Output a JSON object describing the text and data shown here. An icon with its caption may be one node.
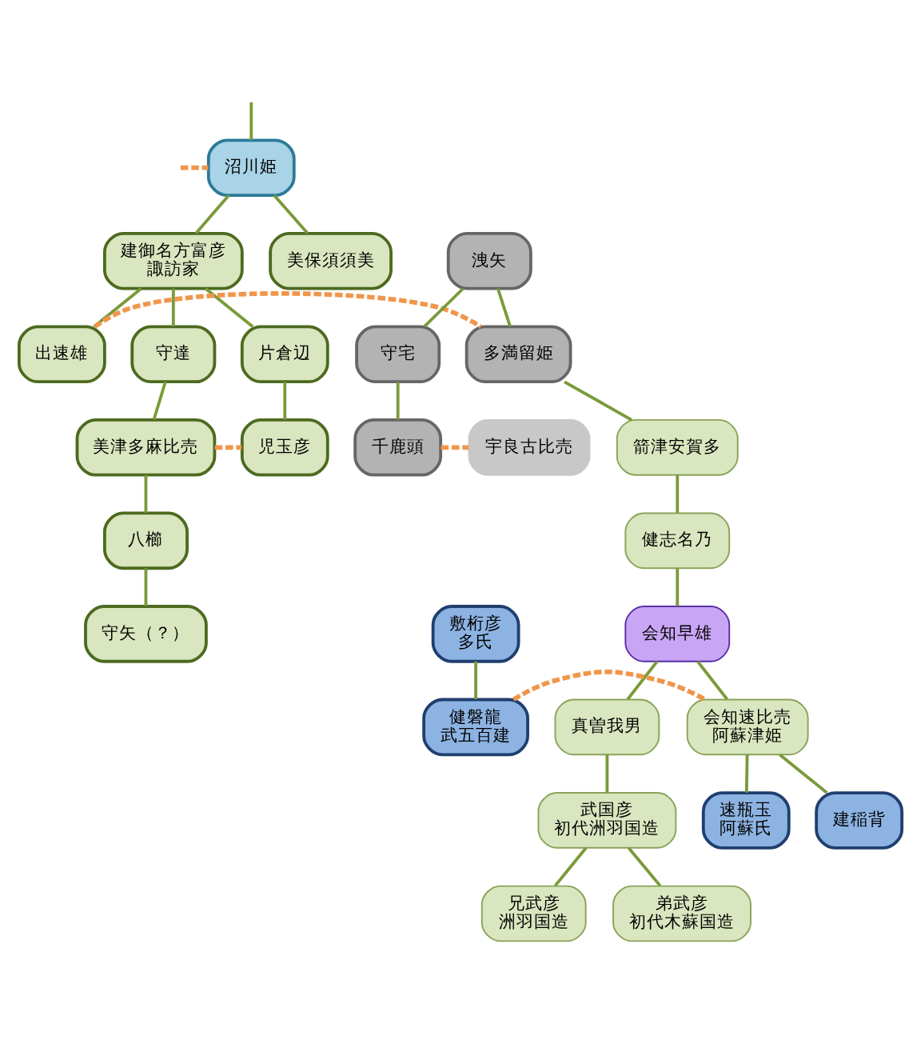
{
  "diagram": {
    "nodes": [
      {
        "text": [
          "沼川姫"
        ]
      },
      {
        "text": [
          "美保須須美"
        ]
      },
      {
        "text": [
          "建御名方富彦",
          "諏訪家"
        ]
      },
      {
        "text": [
          "守達"
        ]
      },
      {
        "text": [
          "片倉辺"
        ]
      },
      {
        "text": [
          "出速雄"
        ]
      },
      {
        "text": [
          "美津多麻比売"
        ]
      },
      {
        "text": [
          "児玉彦"
        ]
      },
      {
        "text": [
          "八櫛"
        ]
      },
      {
        "text": [
          "守矢（？）"
        ]
      },
      {
        "text": [
          "洩矢"
        ]
      },
      {
        "text": [
          "多満留姫"
        ]
      },
      {
        "text": [
          "守宅"
        ]
      },
      {
        "text": [
          "千鹿頭"
        ]
      },
      {
        "text": [
          "宇良古比売"
        ]
      },
      {
        "text": [
          "箭津安賀多"
        ]
      },
      {
        "text": [
          "健志名乃"
        ]
      },
      {
        "text": [
          "会知早雄"
        ]
      },
      {
        "text": [
          "敷桁彦",
          "多氏"
        ]
      },
      {
        "text": [
          "健磐龍",
          "武五百建"
        ]
      },
      {
        "text": [
          "会知速比売",
          "阿蘇津姫"
        ]
      },
      {
        "text": [
          "真曽我男"
        ]
      },
      {
        "text": [
          "建稲背"
        ]
      },
      {
        "text": [
          "速瓶玉",
          "阿蘇氏"
        ]
      },
      {
        "text": [
          "武国彦",
          "初代洲羽国造"
        ]
      },
      {
        "text": [
          "兄武彦",
          "洲羽国造"
        ]
      },
      {
        "text": [
          "弟武彦",
          "初代木蘇国造"
        ]
      }
    ],
    "edges": [
      {
        "from": null,
        "to": 0,
        "arrow": "none"
      },
      {
        "from": null,
        "to": 0,
        "arrow": "none",
        "style": "dashed",
        "color": "#f0964b"
      },
      {
        "from": 0,
        "to": 1,
        "arrow": "none"
      },
      {
        "from": 0,
        "to": 2,
        "arrow": "none"
      },
      {
        "from": 2,
        "to": 3,
        "arrow": "none"
      },
      {
        "from": 2,
        "to": 4,
        "arrow": "none"
      },
      {
        "from": 2,
        "to": 5,
        "arrow": "none"
      },
      {
        "from": 5,
        "to": 11,
        "arrow": "none",
        "style": "dashed",
        "color": "#f0964b"
      },
      {
        "from": 3,
        "to": 6,
        "arrow": "none"
      },
      {
        "from": 4,
        "to": 7,
        "arrow": "none"
      },
      {
        "from": 6,
        "to": 7,
        "arrow": "none",
        "style": "dashed",
        "color": "#f0964b"
      },
      {
        "from": 6,
        "to": 8,
        "arrow": "none"
      },
      {
        "from": 8,
        "to": 9,
        "arrow": "none"
      },
      {
        "from": 10,
        "to": 11,
        "arrow": "none"
      },
      {
        "from": 10,
        "to": 12,
        "arrow": "none"
      },
      {
        "from": 12,
        "to": 13,
        "arrow": "none"
      },
      {
        "from": 13,
        "to": 14,
        "arrow": "none",
        "style": "dashed",
        "color": "#f0964b"
      },
      {
        "from": 11,
        "to": 15,
        "arrow": "none"
      },
      {
        "from": 15,
        "to": 16,
        "arrow": "none"
      },
      {
        "from": 16,
        "to": 17,
        "arrow": "none"
      },
      {
        "from": 18,
        "to": 19,
        "arrow": "none"
      },
      {
        "from": 19,
        "to": 20,
        "arrow": "none",
        "style": "dashed",
        "color": "#f0964b"
      },
      {
        "from": 17,
        "to": 20,
        "arrow": "none"
      },
      {
        "from": 17,
        "to": 21,
        "arrow": "none"
      },
      {
        "from": 20,
        "to": 22,
        "arrow": "none"
      },
      {
        "from": 20,
        "to": 23,
        "arrow": "none"
      },
      {
        "from": 21,
        "to": 24,
        "arrow": "none"
      },
      {
        "from": 24,
        "to": 25,
        "arrow": "none"
      },
      {
        "from": 24,
        "to": 26,
        "arrow": "none"
      }
    ]
  }
}
